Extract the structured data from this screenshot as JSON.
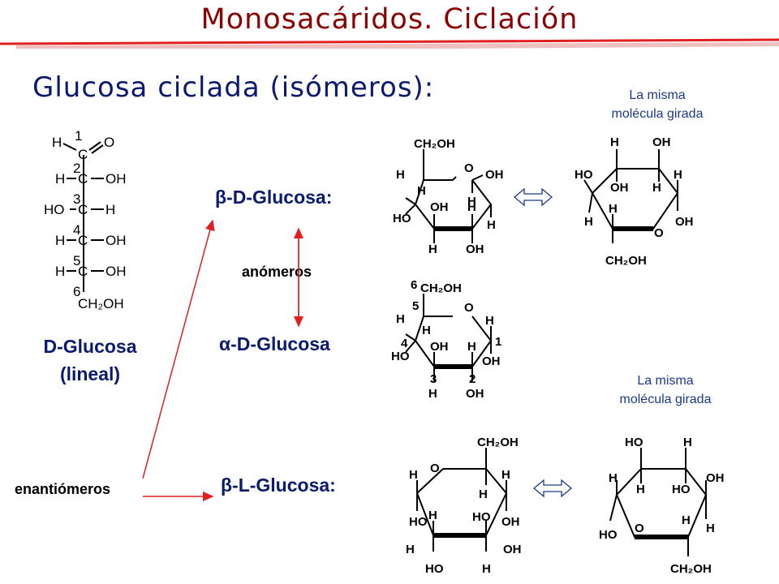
{
  "slide": {
    "title": "Monosacáridos. Ciclación",
    "subtitle": "Glucosa ciclada (isómeros):",
    "note_top": [
      "La misma",
      "molécula girada"
    ],
    "note_bottom": [
      "La misma",
      "molécula girada"
    ],
    "linear_label": [
      "D-Glucosa",
      "(lineal)"
    ],
    "beta_d_label": "β-D-Glucosa:",
    "alpha_d_label": "α-D-Glucosa",
    "beta_l_label": "β-L-Glucosa:",
    "anomers_label": "anómeros",
    "enantiomers_label": "enantiómeros"
  },
  "linear_structure": {
    "carbon_numbers": [
      "1",
      "2",
      "3",
      "4",
      "5",
      "6"
    ],
    "top": [
      "H",
      "O"
    ],
    "rows": [
      {
        "left": "H",
        "center": "C",
        "right": "OH"
      },
      {
        "left": "HO",
        "center": "C",
        "right": "H"
      },
      {
        "left": "H",
        "center": "C",
        "right": "OH"
      },
      {
        "left": "H",
        "center": "C",
        "right": "OH"
      }
    ],
    "bottom": "CH₂OH"
  },
  "colors": {
    "title": "#8b0000",
    "text": "#0a1a6e",
    "arrow": "#e02020",
    "rule": "#e02020"
  }
}
